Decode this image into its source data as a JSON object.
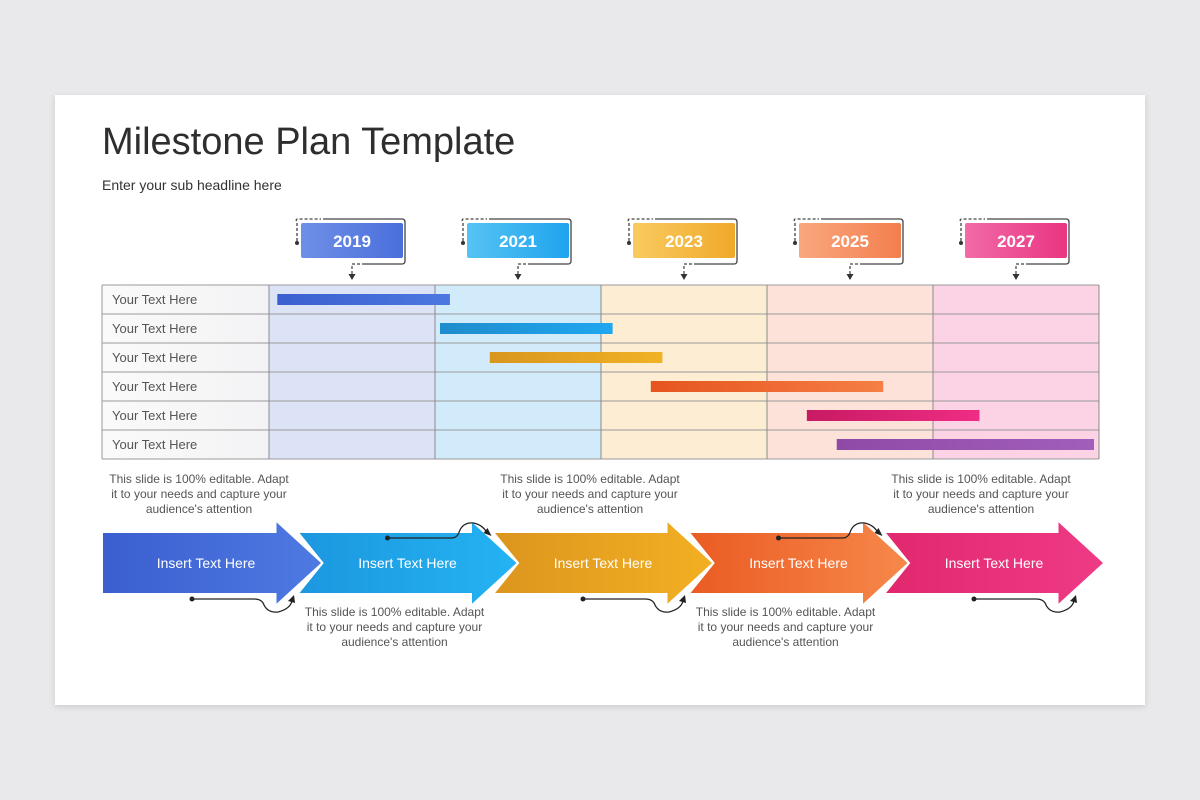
{
  "title": "Milestone Plan Template",
  "subtitle": "Enter your sub headline here",
  "years": [
    {
      "label": "2019",
      "color_a": "#6f8fe6",
      "color_b": "#4a6fdc",
      "col_bg": "#dde3f7"
    },
    {
      "label": "2021",
      "color_a": "#56c3f3",
      "color_b": "#1fa4ee",
      "col_bg": "#d2ebfb"
    },
    {
      "label": "2023",
      "color_a": "#f8cb5f",
      "color_b": "#f0a92a",
      "col_bg": "#fcedd3"
    },
    {
      "label": "2025",
      "color_a": "#f9a77e",
      "color_b": "#f37f4e",
      "col_bg": "#fde2da"
    },
    {
      "label": "2027",
      "color_a": "#f26aa7",
      "color_b": "#e93582",
      "col_bg": "#fbd3e4"
    }
  ],
  "rows": [
    {
      "label": "Your Text Here",
      "start": 0.05,
      "end": 1.09,
      "color_a": "#3b5fcf",
      "color_b": "#4d78e0"
    },
    {
      "label": "Your Text Here",
      "start": 1.03,
      "end": 2.07,
      "color_a": "#1f8ccc",
      "color_b": "#1fa7f0"
    },
    {
      "label": "Your Text Here",
      "start": 1.33,
      "end": 2.37,
      "color_a": "#d9961f",
      "color_b": "#f1b225"
    },
    {
      "label": "Your Text Here",
      "start": 2.3,
      "end": 3.7,
      "color_a": "#e6541f",
      "color_b": "#f57f44"
    },
    {
      "label": "Your Text Here",
      "start": 3.24,
      "end": 4.28,
      "color_a": "#c81a63",
      "color_b": "#ef2d85"
    },
    {
      "label": "Your Text Here",
      "start": 3.42,
      "end": 4.97,
      "color_a": "#8e4aa6",
      "color_b": "#a25ebb"
    }
  ],
  "arrows": [
    {
      "label": "Insert Text Here",
      "color_a": "#3a5ecf",
      "color_b": "#4f7ae2"
    },
    {
      "label": "Insert Text Here",
      "color_a": "#1c97df",
      "color_b": "#24b3f3"
    },
    {
      "label": "Insert Text Here",
      "color_a": "#dc951d",
      "color_b": "#f3b023"
    },
    {
      "label": "Insert Text Here",
      "color_a": "#ea5b23",
      "color_b": "#f7884a"
    },
    {
      "label": "Insert Text Here",
      "color_a": "#e1286e",
      "color_b": "#ef3a86"
    }
  ],
  "descriptions": [
    {
      "position": "top",
      "arrow": 0,
      "text": "This slide is 100% editable. Adapt it to your needs and capture your audience's attention"
    },
    {
      "position": "bottom",
      "arrow": 1,
      "text": "This slide is 100% editable. Adapt it to your needs and capture your audience's attention"
    },
    {
      "position": "top",
      "arrow": 2,
      "text": "This slide is 100% editable. Adapt it to your needs and capture your audience's attention"
    },
    {
      "position": "bottom",
      "arrow": 3,
      "text": "This slide is 100% editable. Adapt it to your needs and capture your audience's attention"
    },
    {
      "position": "top",
      "arrow": 4,
      "text": "This slide is 100% editable. Adapt it to your needs and capture your audience's attention"
    }
  ]
}
